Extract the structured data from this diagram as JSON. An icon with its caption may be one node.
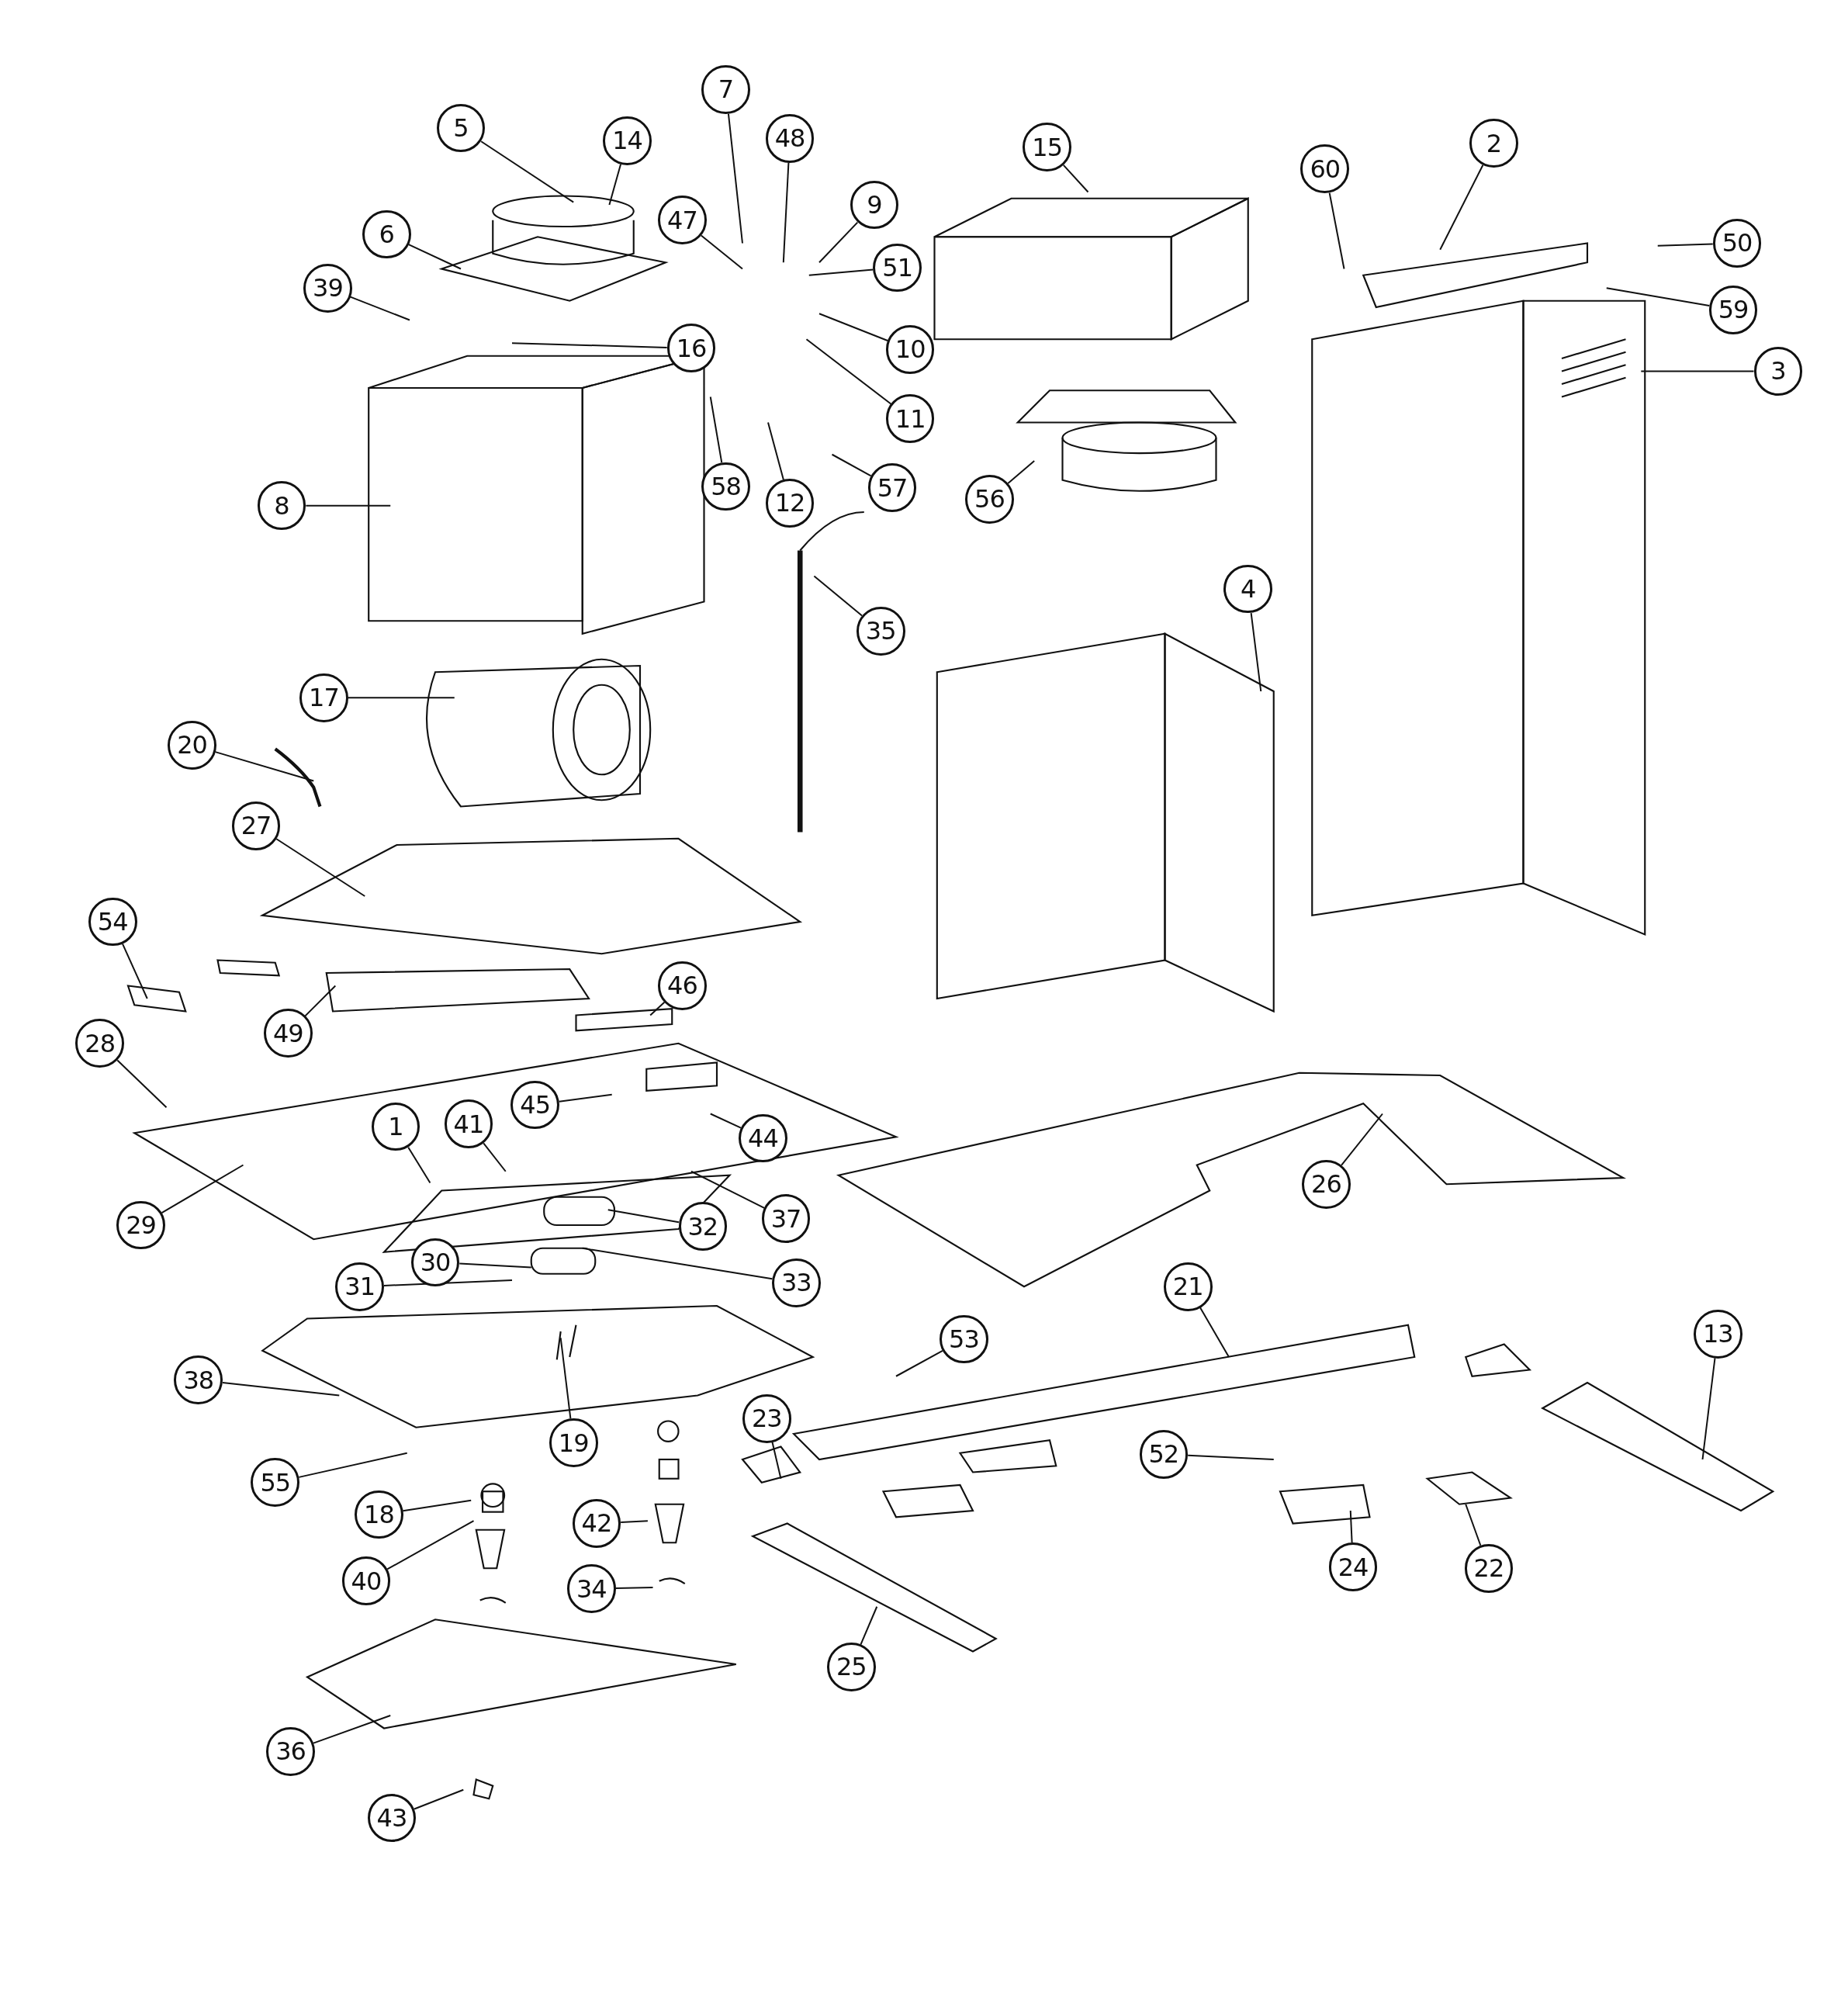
{
  "diagram": {
    "nodes": [
      {
        "text": [
          "7"
        ]
      },
      {
        "text": [
          "5"
        ]
      },
      {
        "text": [
          "48"
        ]
      },
      {
        "text": [
          "14"
        ]
      },
      {
        "text": [
          "2"
        ]
      },
      {
        "text": [
          "15"
        ]
      },
      {
        "text": [
          "60"
        ]
      },
      {
        "text": [
          "9"
        ]
      },
      {
        "text": [
          "47"
        ]
      },
      {
        "text": [
          "6"
        ]
      },
      {
        "text": [
          "50"
        ]
      },
      {
        "text": [
          "51"
        ]
      },
      {
        "text": [
          "39"
        ]
      },
      {
        "text": [
          "59"
        ]
      },
      {
        "text": [
          "16"
        ]
      },
      {
        "text": [
          "10"
        ]
      },
      {
        "text": [
          "3"
        ]
      },
      {
        "text": [
          "11"
        ]
      },
      {
        "text": [
          "58"
        ]
      },
      {
        "text": [
          "57"
        ]
      },
      {
        "text": [
          "56"
        ]
      },
      {
        "text": [
          "12"
        ]
      },
      {
        "text": [
          "8"
        ]
      },
      {
        "text": [
          "4"
        ]
      },
      {
        "text": [
          "35"
        ]
      },
      {
        "text": [
          "17"
        ]
      },
      {
        "text": [
          "20"
        ]
      },
      {
        "text": [
          "27"
        ]
      },
      {
        "text": [
          "54"
        ]
      },
      {
        "text": [
          "46"
        ]
      },
      {
        "text": [
          "49"
        ]
      },
      {
        "text": [
          "28"
        ]
      },
      {
        "text": [
          "45"
        ]
      },
      {
        "text": [
          "41"
        ]
      },
      {
        "text": [
          "1"
        ]
      },
      {
        "text": [
          "44"
        ]
      },
      {
        "text": [
          "26"
        ]
      },
      {
        "text": [
          "37"
        ]
      },
      {
        "text": [
          "29"
        ]
      },
      {
        "text": [
          "32"
        ]
      },
      {
        "text": [
          "30"
        ]
      },
      {
        "text": [
          "33"
        ]
      },
      {
        "text": [
          "31"
        ]
      },
      {
        "text": [
          "21"
        ]
      },
      {
        "text": [
          "13"
        ]
      },
      {
        "text": [
          "53"
        ]
      },
      {
        "text": [
          "38"
        ]
      },
      {
        "text": [
          "23"
        ]
      },
      {
        "text": [
          "19"
        ]
      },
      {
        "text": [
          "52"
        ]
      },
      {
        "text": [
          "55"
        ]
      },
      {
        "text": [
          "18"
        ]
      },
      {
        "text": [
          "42"
        ]
      },
      {
        "text": [
          "24"
        ]
      },
      {
        "text": [
          "22"
        ]
      },
      {
        "text": [
          "40"
        ]
      },
      {
        "text": [
          "34"
        ]
      },
      {
        "text": [
          "25"
        ]
      },
      {
        "text": [
          "36"
        ]
      },
      {
        "text": [
          "43"
        ]
      }
    ],
    "edges": [
      {
        "from": 0,
        "to": null,
        "arrow": "none"
      },
      {
        "from": 1,
        "to": null,
        "arrow": "none"
      },
      {
        "from": 2,
        "to": null,
        "arrow": "none"
      },
      {
        "from": 3,
        "to": null,
        "arrow": "none"
      },
      {
        "from": 4,
        "to": null,
        "arrow": "none"
      },
      {
        "from": 5,
        "to": null,
        "arrow": "none"
      },
      {
        "from": 6,
        "to": null,
        "arrow": "none"
      },
      {
        "from": 7,
        "to": null,
        "arrow": "none"
      },
      {
        "from": 8,
        "to": null,
        "arrow": "none"
      },
      {
        "from": 9,
        "to": null,
        "arrow": "none"
      },
      {
        "from": 10,
        "to": null,
        "arrow": "none"
      },
      {
        "from": 11,
        "to": null,
        "arrow": "none"
      },
      {
        "from": 12,
        "to": null,
        "arrow": "none"
      },
      {
        "from": 13,
        "to": null,
        "arrow": "none"
      },
      {
        "from": 14,
        "to": null,
        "arrow": "none"
      },
      {
        "from": 15,
        "to": null,
        "arrow": "none"
      },
      {
        "from": 16,
        "to": null,
        "arrow": "none"
      },
      {
        "from": 17,
        "to": null,
        "arrow": "none"
      },
      {
        "from": 18,
        "to": null,
        "arrow": "none"
      },
      {
        "from": 19,
        "to": null,
        "arrow": "none"
      },
      {
        "from": 20,
        "to": null,
        "arrow": "none"
      },
      {
        "from": 21,
        "to": null,
        "arrow": "none"
      },
      {
        "from": 22,
        "to": null,
        "arrow": "none"
      },
      {
        "from": 23,
        "to": null,
        "arrow": "none"
      },
      {
        "from": 24,
        "to": null,
        "arrow": "none"
      },
      {
        "from": 25,
        "to": null,
        "arrow": "none"
      },
      {
        "from": 26,
        "to": null,
        "arrow": "none"
      },
      {
        "from": 27,
        "to": null,
        "arrow": "none"
      },
      {
        "from": 28,
        "to": null,
        "arrow": "none"
      },
      {
        "from": 29,
        "to": null,
        "arrow": "none"
      },
      {
        "from": 30,
        "to": null,
        "arrow": "none"
      },
      {
        "from": 31,
        "to": null,
        "arrow": "none"
      },
      {
        "from": 32,
        "to": null,
        "arrow": "none"
      },
      {
        "from": 33,
        "to": null,
        "arrow": "none"
      },
      {
        "from": 34,
        "to": null,
        "arrow": "none"
      },
      {
        "from": 35,
        "to": null,
        "arrow": "none"
      },
      {
        "from": 36,
        "to": null,
        "arrow": "none"
      },
      {
        "from": 37,
        "to": null,
        "arrow": "none"
      },
      {
        "from": 38,
        "to": null,
        "arrow": "none"
      },
      {
        "from": 39,
        "to": null,
        "arrow": "none"
      },
      {
        "from": 40,
        "to": null,
        "arrow": "none"
      },
      {
        "from": 41,
        "to": null,
        "arrow": "none"
      },
      {
        "from": 42,
        "to": null,
        "arrow": "none"
      },
      {
        "from": 43,
        "to": null,
        "arrow": "none"
      },
      {
        "from": 44,
        "to": null,
        "arrow": "none"
      },
      {
        "from": 45,
        "to": null,
        "arrow": "none"
      },
      {
        "from": 46,
        "to": null,
        "arrow": "none"
      },
      {
        "from": 47,
        "to": null,
        "arrow": "none"
      },
      {
        "from": 48,
        "to": null,
        "arrow": "none"
      },
      {
        "from": 49,
        "to": null,
        "arrow": "none"
      },
      {
        "from": 50,
        "to": null,
        "arrow": "none"
      },
      {
        "from": 51,
        "to": null,
        "arrow": "none"
      },
      {
        "from": 52,
        "to": null,
        "arrow": "none"
      },
      {
        "from": 53,
        "to": null,
        "arrow": "none"
      },
      {
        "from": 54,
        "to": null,
        "arrow": "none"
      },
      {
        "from": 55,
        "to": null,
        "arrow": "none"
      },
      {
        "from": 56,
        "to": null,
        "arrow": "none"
      },
      {
        "from": 57,
        "to": null,
        "arrow": "none"
      },
      {
        "from": 58,
        "to": null,
        "arrow": "none"
      },
      {
        "from": 59,
        "to": null,
        "arrow": "none"
      }
    ]
  }
}
